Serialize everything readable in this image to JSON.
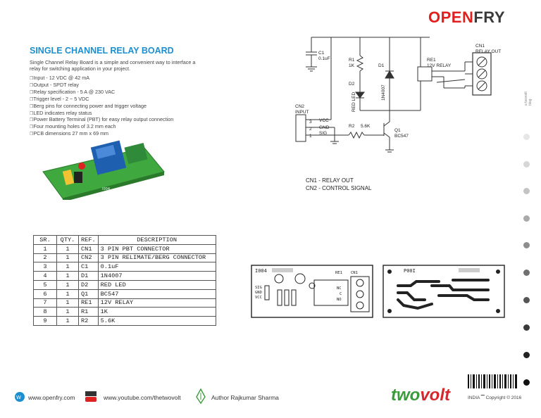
{
  "brand": {
    "logo_red": "OPEN",
    "logo_dark": "FRY",
    "side_tag": "a twovolt blog"
  },
  "article": {
    "title": "SINGLE CHANNEL RELAY BOARD",
    "intro": "Single Channel Relay Board is a simple and convenient way to interface a relay for switching application in your project.",
    "features": [
      "Input - 12 VDC @ 42 mA",
      "Output - SPDT relay",
      "Relay specification - 5 A @ 230 VAC",
      "Trigger level - 2 ~ 5 VDC",
      "Berg pins for connecting power and trigger voltage",
      "LED indicates relay status",
      "Power Battery Terminal (PBT) for easy relay output connection",
      "Four mounting holes of 3.2 mm each",
      "PCB dimensions 27 mm x 69 mm"
    ]
  },
  "schematic": {
    "c1": "C1",
    "c1_val": "0.1uF",
    "r1": "R1",
    "r1_val": "1K",
    "d1": "D1",
    "d1_val": "1N4007",
    "d2": "D2",
    "d2_val": "RED LED",
    "re1": "RE1",
    "re1_val": "12V RELAY",
    "cn1": "CN1",
    "cn1_val": "RELAY OUT",
    "cn2": "CN2",
    "cn2_val": "INPUT",
    "pins": [
      "3",
      "2",
      "1"
    ],
    "pin_names": [
      "VCC",
      "GND",
      "SIG"
    ],
    "r2": "R2",
    "r2_val": "5.6K",
    "q1": "Q1",
    "q1_val": "BC547",
    "notes": [
      "CN1 - RELAY OUT",
      "CN2 - CONTROL SIGNAL"
    ]
  },
  "bom": {
    "headers": [
      "SR.",
      "QTY.",
      "REF.",
      "DESCRIPTION"
    ],
    "rows": [
      [
        "1",
        "1",
        "CN1",
        "3 PIN PBT CONNECTOR"
      ],
      [
        "2",
        "1",
        "CN2",
        "3 PIN RELIMATE/BERG CONNECTOR"
      ],
      [
        "3",
        "1",
        "C1",
        "0.1uF"
      ],
      [
        "4",
        "1",
        "D1",
        "1N4007"
      ],
      [
        "5",
        "1",
        "D2",
        "RED LED"
      ],
      [
        "6",
        "1",
        "Q1",
        "BC547"
      ],
      [
        "7",
        "1",
        "RE1",
        "12V RELAY"
      ],
      [
        "8",
        "1",
        "R1",
        "1K"
      ],
      [
        "9",
        "1",
        "R2",
        "5.6K"
      ]
    ]
  },
  "pcb": {
    "left_code": "I004",
    "bottom_code": "P00I",
    "silk": [
      "SIG",
      "GND",
      "VCC",
      "RE1",
      "CN1",
      "NC",
      "C",
      "NO"
    ]
  },
  "footer": {
    "website": "www.openfry.com",
    "youtube": "www.youtube.com/thetwovolt",
    "author": "Author Rajkumar Sharma",
    "twovolt_a": "two",
    "twovolt_b": "volt",
    "copyright": "INDIA ▔ Copyright © 2016"
  },
  "colors": {
    "accent": "#1c8fd0",
    "brand_red": "#e0201f",
    "pcb_green": "#3fa83f"
  }
}
